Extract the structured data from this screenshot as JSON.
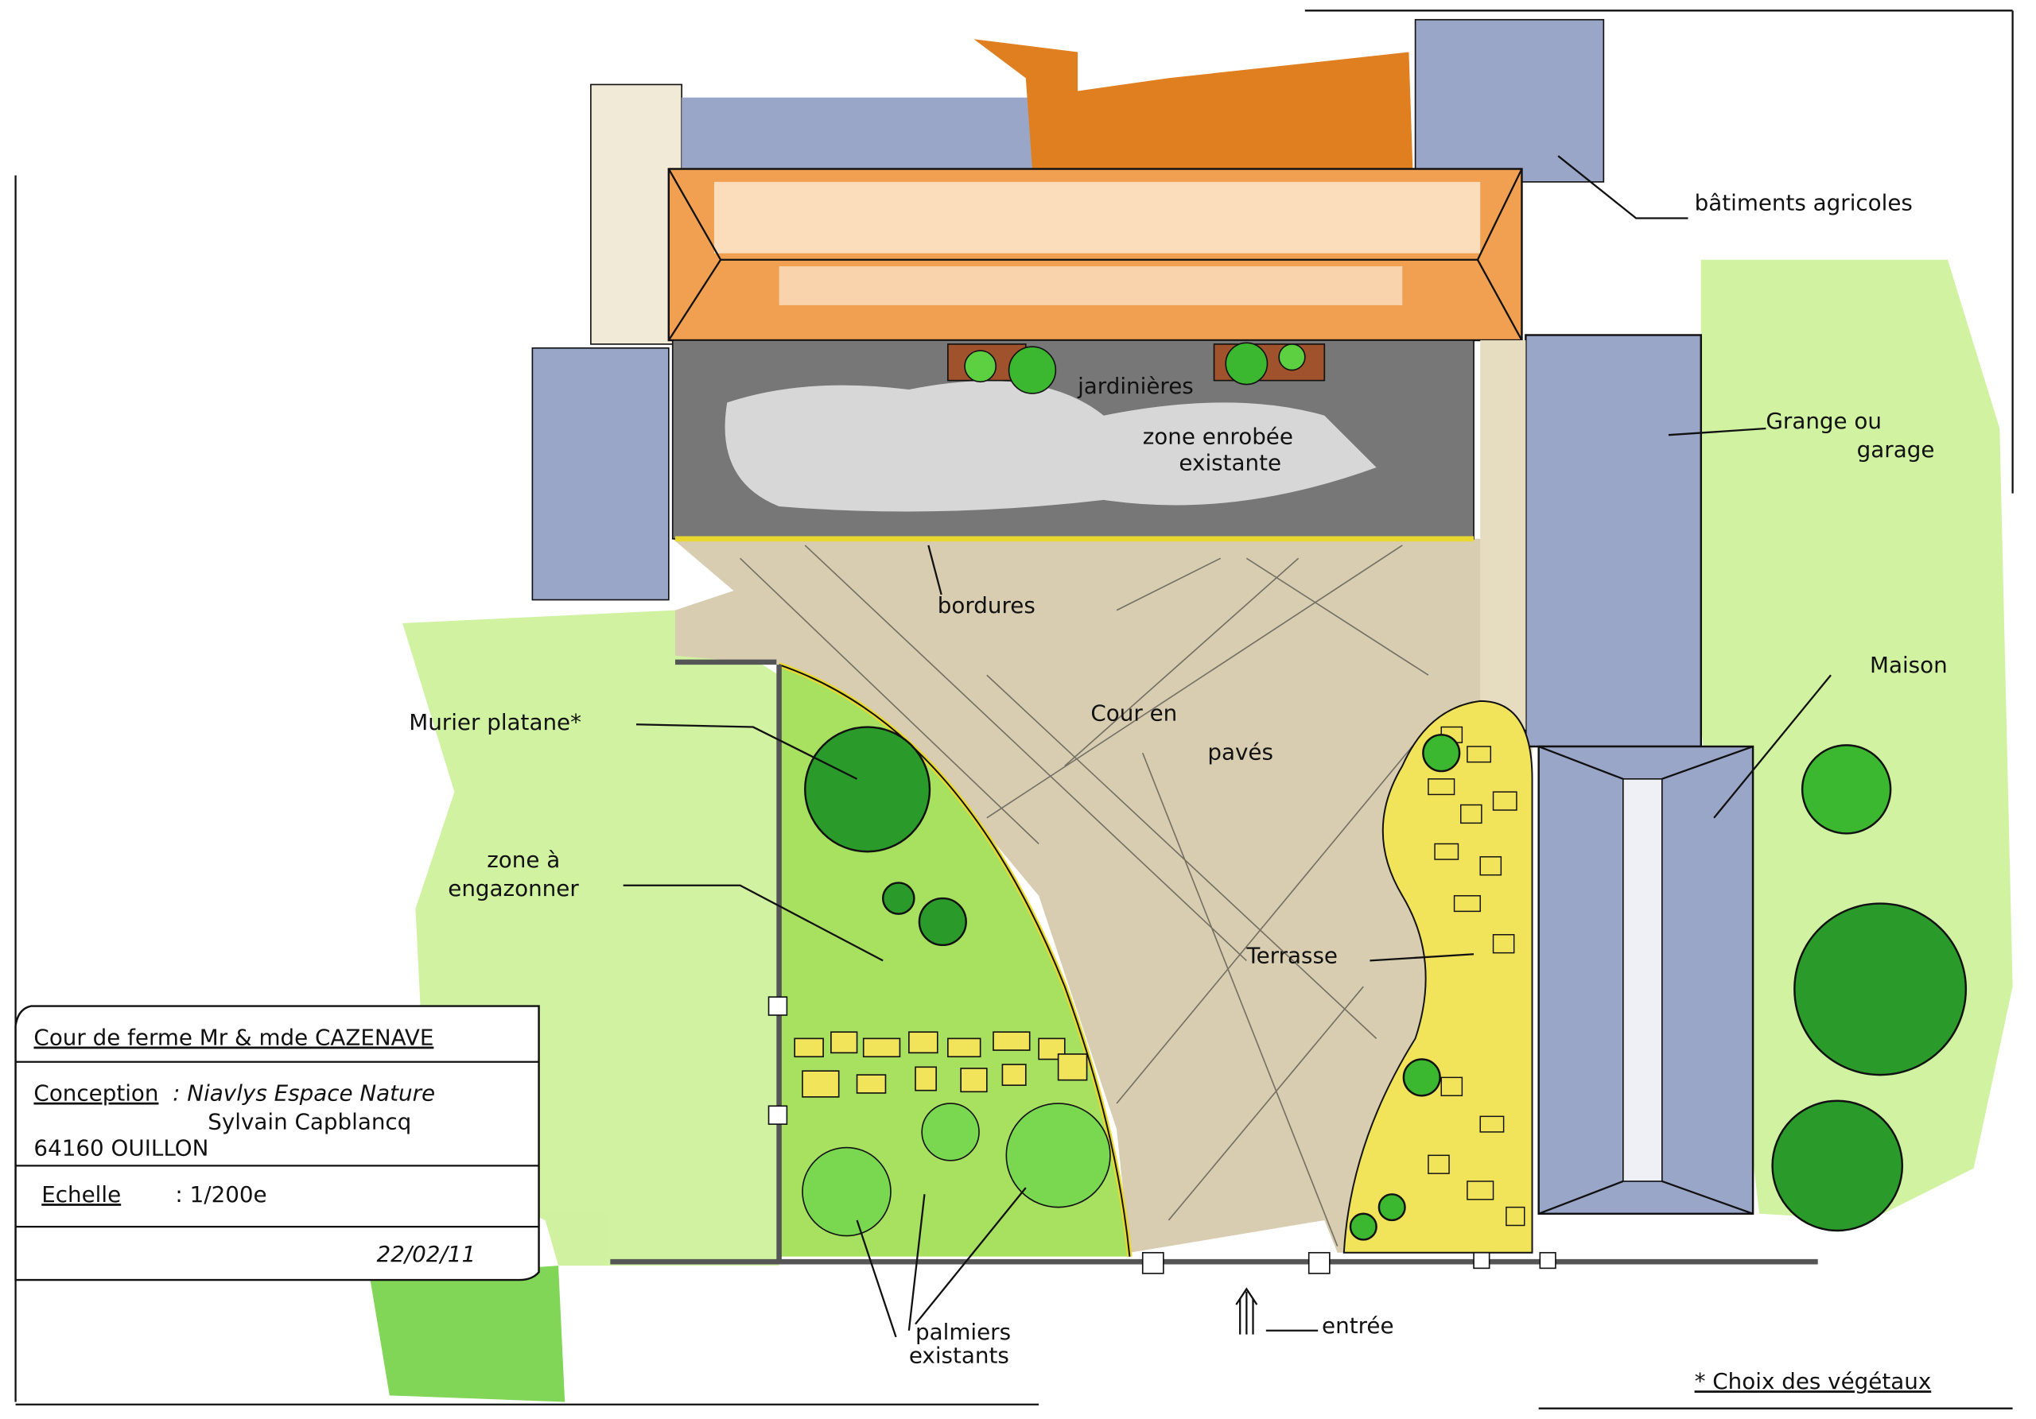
{
  "labels": {
    "batiments": "bâtiments agricoles",
    "jardinieres": "jardinières",
    "zone_enrobee_1": "zone enrobée",
    "zone_enrobee_2": "existante",
    "grange_1": "Grange ou",
    "grange_2": "garage",
    "bordures": "bordures",
    "murier": "Murier platane*",
    "cour_1": "Cour en",
    "cour_2": "pavés",
    "maison": "Maison",
    "engazonner_1": "zone à",
    "engazonner_2": "engazonner",
    "terrasse": "Terrasse",
    "palmiers_1": "palmiers",
    "palmiers_2": "existants",
    "entree": "entrée",
    "choix": "* Choix des végétaux"
  },
  "title_block": {
    "title": "Cour de ferme Mr & mde CAZENAVE",
    "conception_label": "Conception",
    "conception_value": ": Niavlys Espace Nature",
    "designer": "Sylvain Capblancq",
    "address": "64160 OUILLON",
    "scale_label": "Echelle",
    "scale_value": ": 1/200e",
    "date": "22/02/11"
  },
  "colors": {
    "roof_orange": "#e88a2c",
    "building_blue": "#8c97b8",
    "asphalt_grey": "#6e6e6e",
    "paving_beige": "#d8cdb0",
    "lawn_green": "#a8e060",
    "wash_green": "#c8f090",
    "tree_green": "#2a9a2a",
    "terrace_yellow": "#f2e45a"
  }
}
